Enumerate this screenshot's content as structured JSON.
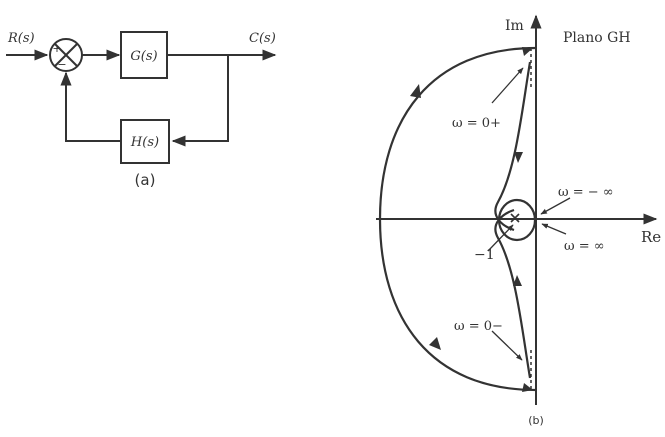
{
  "block_diagram": {
    "input_label": "R(s)",
    "output_label": "C(s)",
    "forward_block": "G(s)",
    "feedback_block": "H(s)",
    "sum_plus": "+",
    "sum_minus": "−",
    "caption": "(a)"
  },
  "nyquist_plot": {
    "plane_label": "Plano GH",
    "imag_axis_label": "Im",
    "real_axis_label": "Re",
    "minus_one_label": "−1",
    "omega_0_plus": "ω = 0+",
    "omega_0_minus": "ω = 0−",
    "omega_neg_inf": "ω = − ∞",
    "omega_pos_inf": "ω = ∞",
    "caption": "(b)"
  }
}
